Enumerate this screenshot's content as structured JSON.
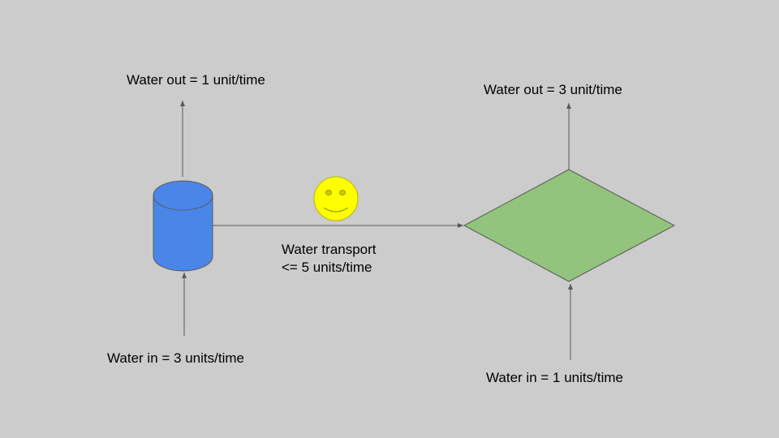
{
  "colors": {
    "background": "#cccccc",
    "cylinder_fill": "#4a86e8",
    "diamond_fill": "#93c47d",
    "smiley_fill": "#ffff00",
    "line": "#595959"
  },
  "left_node": {
    "shape": "cylinder",
    "water_out_label": "Water out = 1 unit/time",
    "water_in_label": "Water in = 3 units/time"
  },
  "right_node": {
    "shape": "diamond",
    "water_out_label": "Water out = 3 unit/time",
    "water_in_label": "Water in = 1 units/time"
  },
  "transport": {
    "line1": "Water transport",
    "line2": "<= 5 units/time",
    "icon": "smiley-face-icon"
  }
}
